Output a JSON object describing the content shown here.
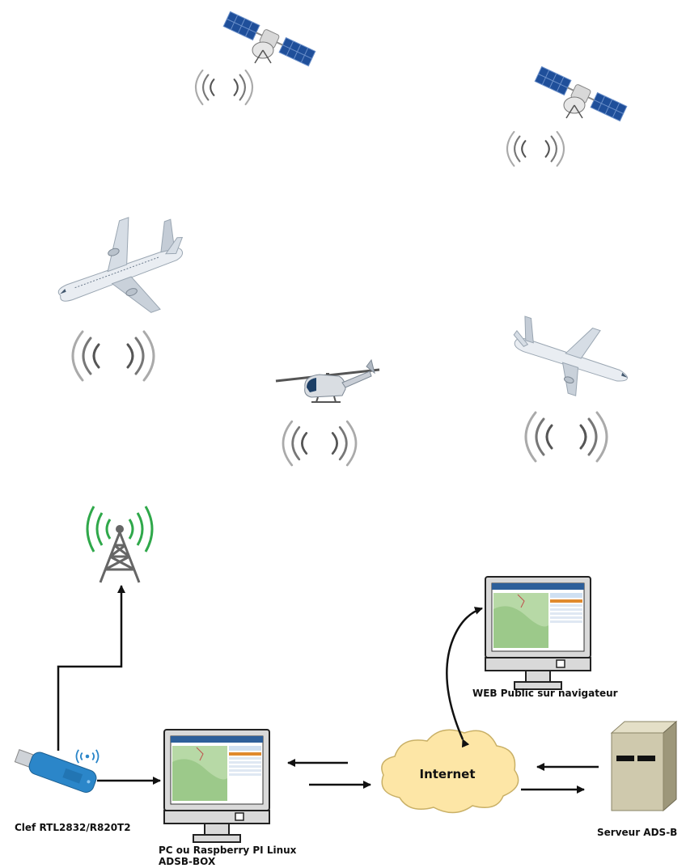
{
  "labels": {
    "dongle": "Clef RTL2832/R820T2",
    "pc_line1": "PC ou Raspberry PI Linux",
    "pc_line2": "ADSB-BOX",
    "internet": "Internet",
    "web": "WEB Public sur navigateur",
    "server": "Serveur ADS-B"
  },
  "colors": {
    "cloud_fill": "#fde6a6",
    "cloud_stroke": "#c9b066",
    "antenna_waves": "#2fa84a",
    "dongle_body": "#2b86c9",
    "satellite_panel": "#1f4f9a",
    "monitor_frame": "#d9d9d9",
    "server_body": "#cfc9ad"
  },
  "icons": [
    "satellite-icon",
    "airplane-icon",
    "helicopter-icon",
    "antenna-tower-icon",
    "usb-dongle-icon",
    "monitor-icon",
    "cloud-icon",
    "server-icon",
    "signal-waves-icon"
  ]
}
